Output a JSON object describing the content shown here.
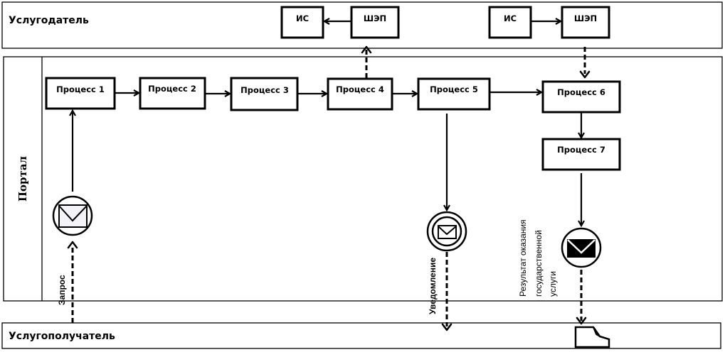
{
  "lanes": {
    "provider": "Услугодатель",
    "portal": "Портал",
    "recipient": "Услугополучатель"
  },
  "provider_boxes": [
    {
      "label": "ИС"
    },
    {
      "label": "ШЭП"
    },
    {
      "label": "ИС"
    },
    {
      "label": "ШЭП"
    }
  ],
  "processes": [
    {
      "label": "Процесс 1"
    },
    {
      "label": "Процесс 2"
    },
    {
      "label": "Процесс 3"
    },
    {
      "label": "Процесс 4"
    },
    {
      "label": "Процесс 5"
    },
    {
      "label": "Процесс 6"
    },
    {
      "label": "Процесс 7"
    }
  ],
  "messages": {
    "request": "Запрос",
    "notification": "Уведомление",
    "result_line1": "Результат оказания",
    "result_line2": "государственной",
    "result_line3": "услуги"
  },
  "icons": {
    "start_event": "envelope-circle-icon",
    "intermediate_event": "envelope-double-circle-icon",
    "end_event": "envelope-filled-circle-icon",
    "document": "document-icon"
  }
}
